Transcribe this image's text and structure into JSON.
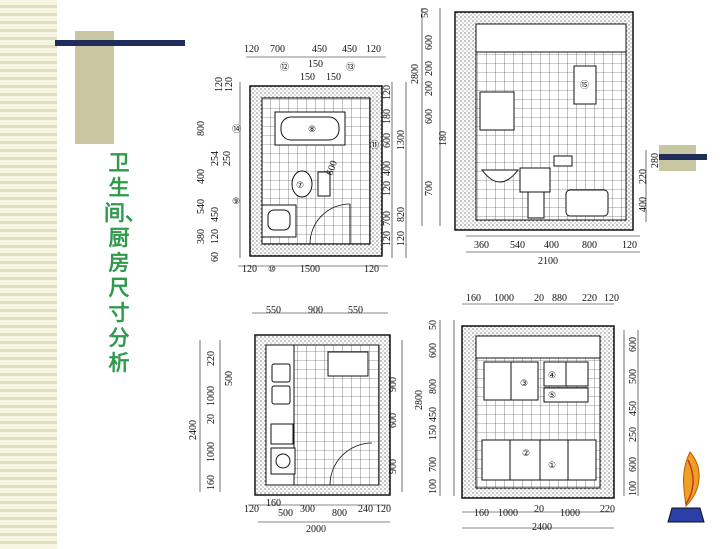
{
  "title": "卫生间、厨房尺寸分析",
  "bathroom_plan": {
    "top_dims": [
      "120",
      "700",
      "450",
      "450",
      "120"
    ],
    "sub_dims": [
      "150",
      "150",
      "150"
    ],
    "left_dims": [
      "120",
      "120",
      "800",
      "254",
      "250",
      "400",
      "540",
      "450",
      "380",
      "120",
      "60"
    ],
    "right_dims": [
      "120",
      "180",
      "600",
      "400",
      "120",
      "700",
      "1300",
      "820",
      "120",
      "120"
    ],
    "bottom_dims": [
      "120",
      "1500",
      "120"
    ],
    "labels": [
      "⑫",
      "⑬",
      "⑧",
      "⑪",
      "⑭",
      "⑦",
      "⑨",
      "⑩"
    ],
    "fixture_note": "600"
  },
  "bathroom_elev": {
    "left_dims": [
      "50",
      "600",
      "200",
      "200",
      "600",
      "180",
      "700",
      "2800"
    ],
    "bottom_dims": [
      "360",
      "540",
      "400",
      "800",
      "120"
    ],
    "total": "2100",
    "right_dims": [
      "280",
      "220",
      "400"
    ],
    "labels": [
      "⑮"
    ]
  },
  "kitchen_plan": {
    "top_dims": [
      "550",
      "900",
      "550"
    ],
    "left_dims": [
      "220",
      "500",
      "1000",
      "20",
      "1000",
      "160",
      "2400"
    ],
    "right_dims": [
      "900",
      "600",
      "900"
    ],
    "bottom_dims": [
      "120",
      "160",
      "500",
      "300",
      "800",
      "240",
      "120"
    ],
    "total": "2000"
  },
  "kitchen_elev": {
    "top_dims": [
      "160",
      "1000",
      "20",
      "880",
      "220",
      "120"
    ],
    "left_dims": [
      "50",
      "600",
      "800",
      "450",
      "150",
      "700",
      "100",
      "2800"
    ],
    "right_dims": [
      "600",
      "500",
      "450",
      "250",
      "600",
      "100"
    ],
    "bottom_dims": [
      "160",
      "1000",
      "20",
      "1000",
      "220"
    ],
    "total": "2400",
    "labels": [
      "④",
      "⑤",
      "③",
      "②",
      "①"
    ]
  }
}
